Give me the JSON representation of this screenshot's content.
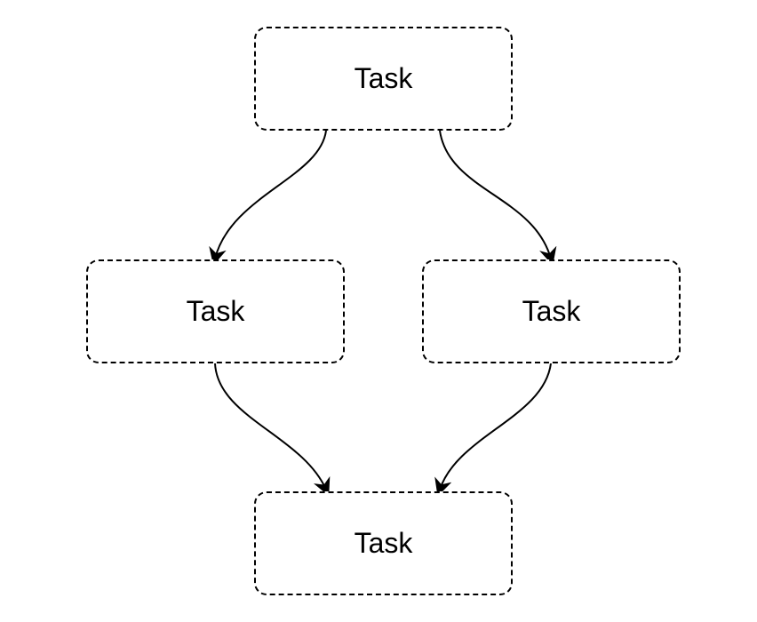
{
  "diagram": {
    "nodes": [
      {
        "id": "top",
        "label": "Task"
      },
      {
        "id": "left",
        "label": "Task"
      },
      {
        "id": "right",
        "label": "Task"
      },
      {
        "id": "bottom",
        "label": "Task"
      }
    ],
    "edges": [
      {
        "from": "top",
        "to": "left"
      },
      {
        "from": "top",
        "to": "right"
      },
      {
        "from": "left",
        "to": "bottom"
      },
      {
        "from": "right",
        "to": "bottom"
      }
    ],
    "colors": {
      "stroke": "#000000",
      "background": "#ffffff"
    }
  }
}
